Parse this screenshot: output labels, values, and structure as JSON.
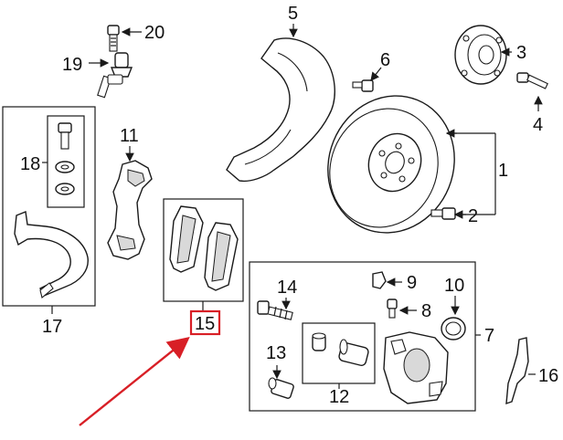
{
  "diagram": {
    "callouts": [
      {
        "id": "1",
        "text": "1"
      },
      {
        "id": "2",
        "text": "2"
      },
      {
        "id": "3",
        "text": "3"
      },
      {
        "id": "4",
        "text": "4"
      },
      {
        "id": "5",
        "text": "5"
      },
      {
        "id": "6",
        "text": "6"
      },
      {
        "id": "7",
        "text": "7"
      },
      {
        "id": "8",
        "text": "8"
      },
      {
        "id": "9",
        "text": "9"
      },
      {
        "id": "10",
        "text": "10"
      },
      {
        "id": "11",
        "text": "11"
      },
      {
        "id": "12",
        "text": "12"
      },
      {
        "id": "13",
        "text": "13"
      },
      {
        "id": "14",
        "text": "14"
      },
      {
        "id": "15",
        "text": "15"
      },
      {
        "id": "16",
        "text": "16"
      },
      {
        "id": "17",
        "text": "17"
      },
      {
        "id": "18",
        "text": "18"
      },
      {
        "id": "19",
        "text": "19"
      },
      {
        "id": "20",
        "text": "20"
      }
    ],
    "highlighted_callout": "15",
    "colors": {
      "line": "#1a1a1a",
      "highlight": "#d81f26",
      "arrow": "#d81f26",
      "background": "#ffffff"
    }
  }
}
